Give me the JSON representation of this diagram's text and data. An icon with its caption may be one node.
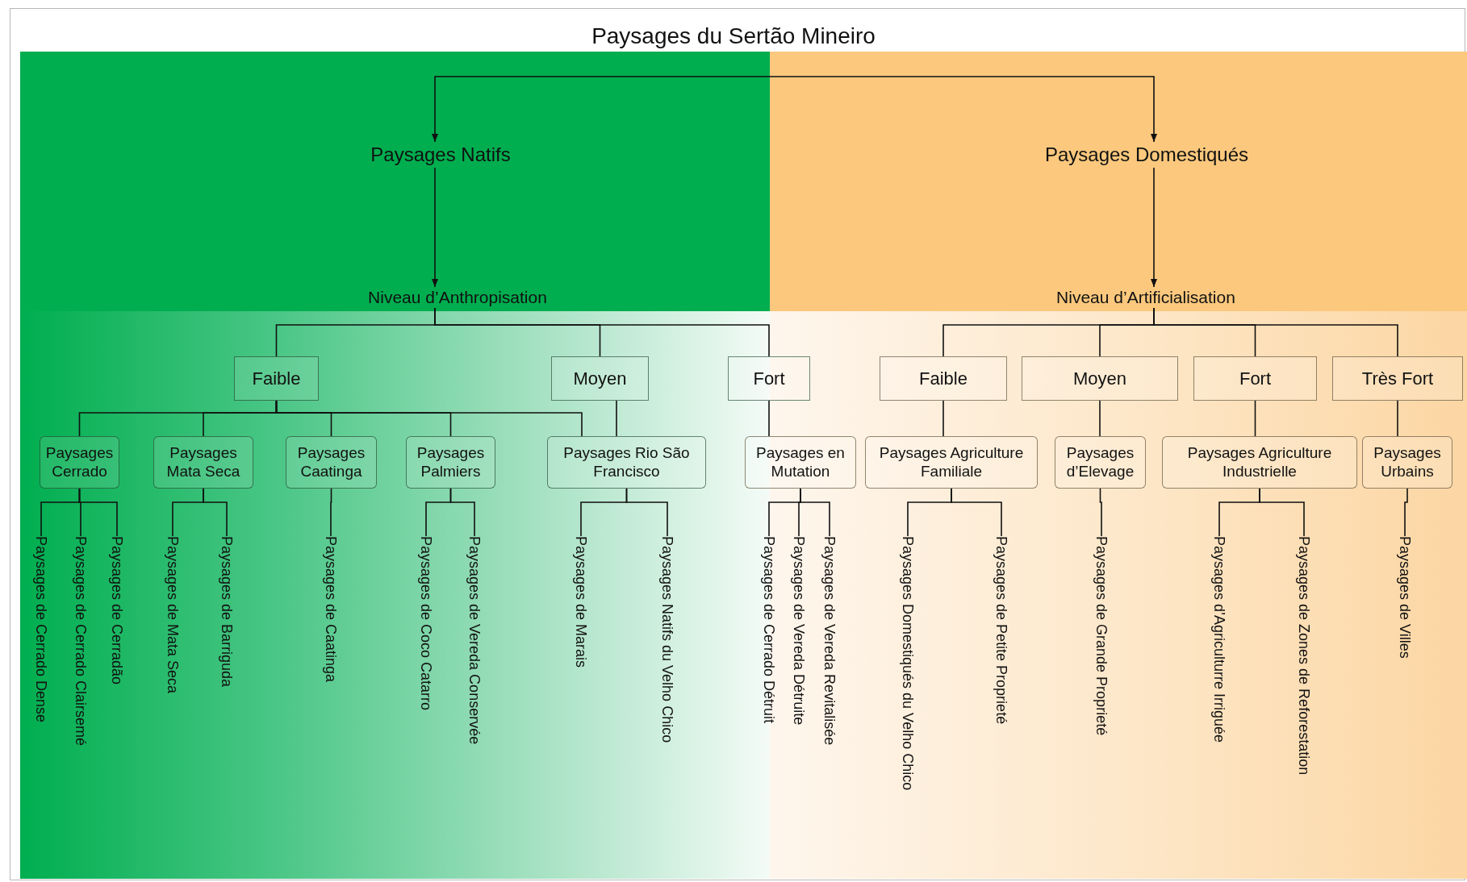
{
  "diagram": {
    "title": "Paysages du Sertão Mineiro",
    "nodes": [
      {
        "text": [
          "Paysages Natifs"
        ]
      },
      {
        "text": [
          "Paysages Domestiqués"
        ]
      },
      {
        "text": [
          "Niveau d’Anthropisation"
        ]
      },
      {
        "text": [
          "Niveau d’Artificialisation"
        ]
      },
      {
        "text": [
          "Faible"
        ]
      },
      {
        "text": [
          "Moyen"
        ]
      },
      {
        "text": [
          "Fort"
        ]
      },
      {
        "text": [
          "Faible"
        ]
      },
      {
        "text": [
          "Moyen"
        ]
      },
      {
        "text": [
          "Fort"
        ]
      },
      {
        "text": [
          "Très Fort"
        ]
      },
      {
        "text": [
          "Paysages Cerrado"
        ]
      },
      {
        "text": [
          "Paysages Mata Seca"
        ]
      },
      {
        "text": [
          "Paysages Caatinga"
        ]
      },
      {
        "text": [
          "Paysages Palmiers"
        ]
      },
      {
        "text": [
          "Paysages Rio São Francisco"
        ]
      },
      {
        "text": [
          "Paysages en Mutation"
        ]
      },
      {
        "text": [
          "Paysages Agriculture Familiale"
        ]
      },
      {
        "text": [
          "Paysages d’Elevage"
        ]
      },
      {
        "text": [
          "Paysages Agriculture Industrielle"
        ]
      },
      {
        "text": [
          "Paysages Urbains"
        ]
      },
      {
        "text": [
          "Paysages de Cerrado Dense"
        ]
      },
      {
        "text": [
          "Paysages de Cerrado Clairsemé"
        ]
      },
      {
        "text": [
          "Paysages de Cerradão"
        ]
      },
      {
        "text": [
          "Paysages de Mata Seca"
        ]
      },
      {
        "text": [
          "Paysages de Barriguda"
        ]
      },
      {
        "text": [
          "Paysages de Caatinga"
        ]
      },
      {
        "text": [
          "Paysages de Coco Catarro"
        ]
      },
      {
        "text": [
          "Paysages de Vereda Conservée"
        ]
      },
      {
        "text": [
          "Paysages de Marais"
        ]
      },
      {
        "text": [
          "Paysages Natifs du Velho Chico"
        ]
      },
      {
        "text": [
          "Paysages de Cerrado Détruit"
        ]
      },
      {
        "text": [
          "Paysages de Vereda Détruite"
        ]
      },
      {
        "text": [
          "Paysages de Vereda Revitalisée"
        ]
      },
      {
        "text": [
          "Paysages Domestiqués du Velho Chico"
        ]
      },
      {
        "text": [
          "Paysages de Petite Proprieté"
        ]
      },
      {
        "text": [
          "Paysages de Grande Proprieté"
        ]
      },
      {
        "text": [
          "Paysages d’Agriculturre Irriguée"
        ]
      },
      {
        "text": [
          "Paysages de Zones de Reforestation"
        ]
      },
      {
        "text": [
          "Paysages de Villes"
        ]
      }
    ],
    "edges": [
      {
        "from": null,
        "to": 0,
        "arrow": "to"
      },
      {
        "from": null,
        "to": 1,
        "arrow": "to"
      },
      {
        "from": 0,
        "to": 2,
        "arrow": "to"
      },
      {
        "from": 1,
        "to": 3,
        "arrow": "to"
      },
      {
        "from": 2,
        "to": 4,
        "arrow": "none"
      },
      {
        "from": 2,
        "to": 5,
        "arrow": "none"
      },
      {
        "from": 2,
        "to": 6,
        "arrow": "none"
      },
      {
        "from": 3,
        "to": 7,
        "arrow": "none"
      },
      {
        "from": 3,
        "to": 8,
        "arrow": "none"
      },
      {
        "from": 3,
        "to": 9,
        "arrow": "none"
      },
      {
        "from": 3,
        "to": 10,
        "arrow": "none"
      },
      {
        "from": 4,
        "to": 11,
        "arrow": "none"
      },
      {
        "from": 4,
        "to": 12,
        "arrow": "none"
      },
      {
        "from": 4,
        "to": 13,
        "arrow": "none"
      },
      {
        "from": 4,
        "to": 14,
        "arrow": "none"
      },
      {
        "from": 4,
        "to": 15,
        "arrow": "none"
      },
      {
        "from": 5,
        "to": 15,
        "arrow": "none"
      },
      {
        "from": 6,
        "to": 16,
        "arrow": "none"
      },
      {
        "from": 7,
        "to": 17,
        "arrow": "none"
      },
      {
        "from": 8,
        "to": 18,
        "arrow": "none"
      },
      {
        "from": 9,
        "to": 19,
        "arrow": "none"
      },
      {
        "from": 10,
        "to": 20,
        "arrow": "none"
      },
      {
        "from": 11,
        "to": 21,
        "arrow": "none"
      },
      {
        "from": 11,
        "to": 22,
        "arrow": "none"
      },
      {
        "from": 11,
        "to": 23,
        "arrow": "none"
      },
      {
        "from": 12,
        "to": 24,
        "arrow": "none"
      },
      {
        "from": 12,
        "to": 25,
        "arrow": "none"
      },
      {
        "from": 13,
        "to": 26,
        "arrow": "none"
      },
      {
        "from": 14,
        "to": 27,
        "arrow": "none"
      },
      {
        "from": 14,
        "to": 28,
        "arrow": "none"
      },
      {
        "from": 15,
        "to": 29,
        "arrow": "none"
      },
      {
        "from": 15,
        "to": 30,
        "arrow": "none"
      },
      {
        "from": 16,
        "to": 31,
        "arrow": "none"
      },
      {
        "from": 16,
        "to": 32,
        "arrow": "none"
      },
      {
        "from": 16,
        "to": 33,
        "arrow": "none"
      },
      {
        "from": 17,
        "to": 34,
        "arrow": "none"
      },
      {
        "from": 17,
        "to": 35,
        "arrow": "none"
      },
      {
        "from": 18,
        "to": 36,
        "arrow": "none"
      },
      {
        "from": 19,
        "to": 37,
        "arrow": "none"
      },
      {
        "from": 19,
        "to": 38,
        "arrow": "none"
      },
      {
        "from": 20,
        "to": 39,
        "arrow": "none"
      }
    ]
  }
}
